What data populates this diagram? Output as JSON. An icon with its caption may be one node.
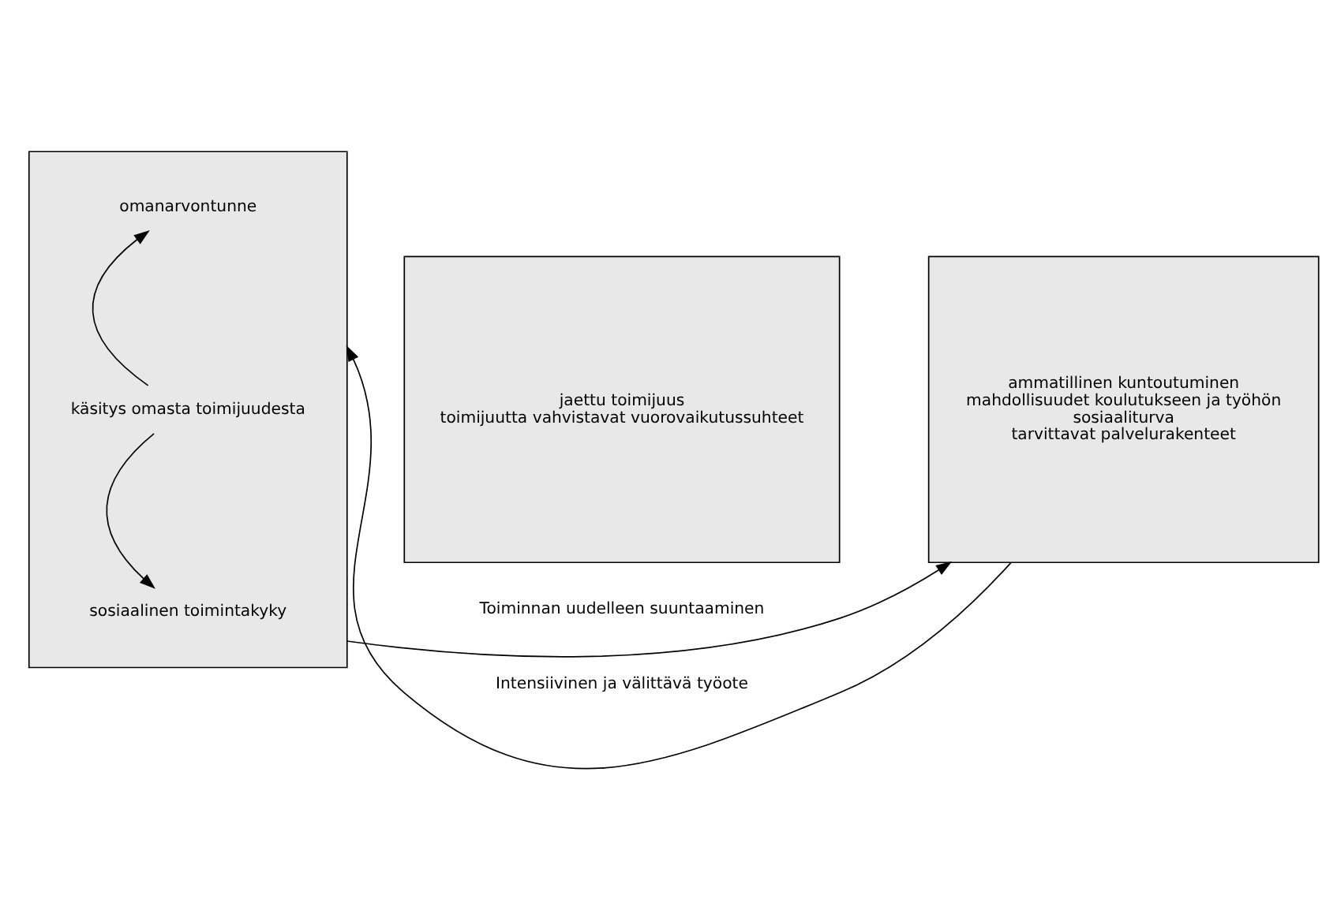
{
  "diagram": {
    "nodes": [
      {
        "text": [],
        "shape": "box"
      },
      {
        "text": [
          "omanarvontunne"
        ],
        "in": 0
      },
      {
        "text": [
          "käsitys omasta toimijuudesta"
        ],
        "in": 0
      },
      {
        "text": [
          "sosiaalinen toimintakyky"
        ],
        "in": 0
      },
      {
        "text": [
          "jaettu toimijuus",
          "toimijuutta vahvistavat vuorovaikutussuhteet"
        ]
      },
      {
        "text": [
          "ammatillinen kuntoutuminen",
          "mahdollisuudet koulutukseen ja työhön",
          "sosiaaliturva",
          "tarvittavat palvelurakenteet"
        ]
      }
    ],
    "edges": [
      {
        "from": 2,
        "to": 1,
        "arrow": "to"
      },
      {
        "from": 2,
        "to": 3,
        "arrow": "to"
      },
      {
        "from": 0,
        "to": 5,
        "arrow": "to",
        "label": "Toiminnan uudelleen suuntaaminen"
      },
      {
        "from": 5,
        "to": 0,
        "arrow": "to",
        "label": "Intensiivinen ja välittävä työote"
      }
    ]
  }
}
